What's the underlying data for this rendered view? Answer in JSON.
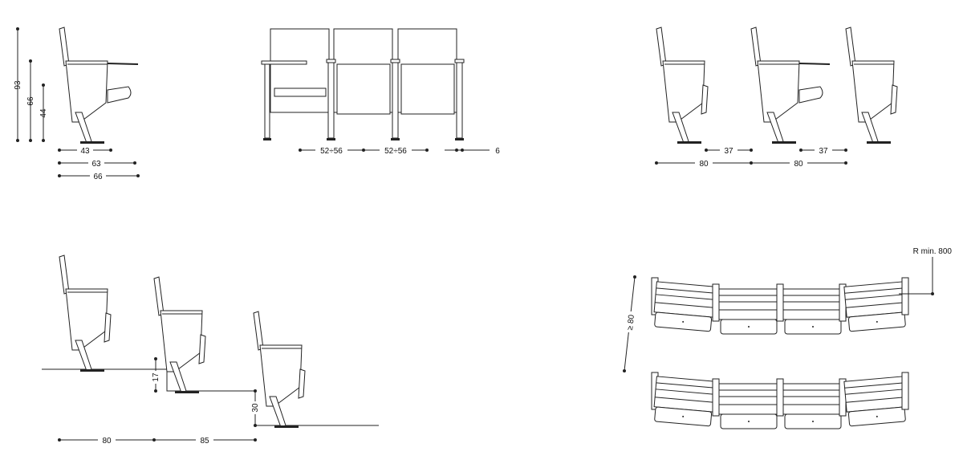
{
  "dimensions": {
    "side_height_total": "93",
    "side_height_armrest": "66",
    "side_height_seat": "44",
    "side_depth_closed": "43",
    "side_depth_open": "63",
    "side_depth_tablet": "66",
    "front_seat_width_1": "52÷56",
    "front_seat_width_2": "52÷56",
    "front_arm_width": "6",
    "side_row_closed_1": "37",
    "side_row_closed_2": "37",
    "side_row_pitch_1": "80",
    "side_row_pitch_2": "80",
    "tier_riser_1": "17",
    "tier_riser_2": "30",
    "tier_pitch_1": "80",
    "tier_pitch_2": "85",
    "plan_radius": "R min. 800",
    "plan_row_spacing": "≥ 80"
  }
}
